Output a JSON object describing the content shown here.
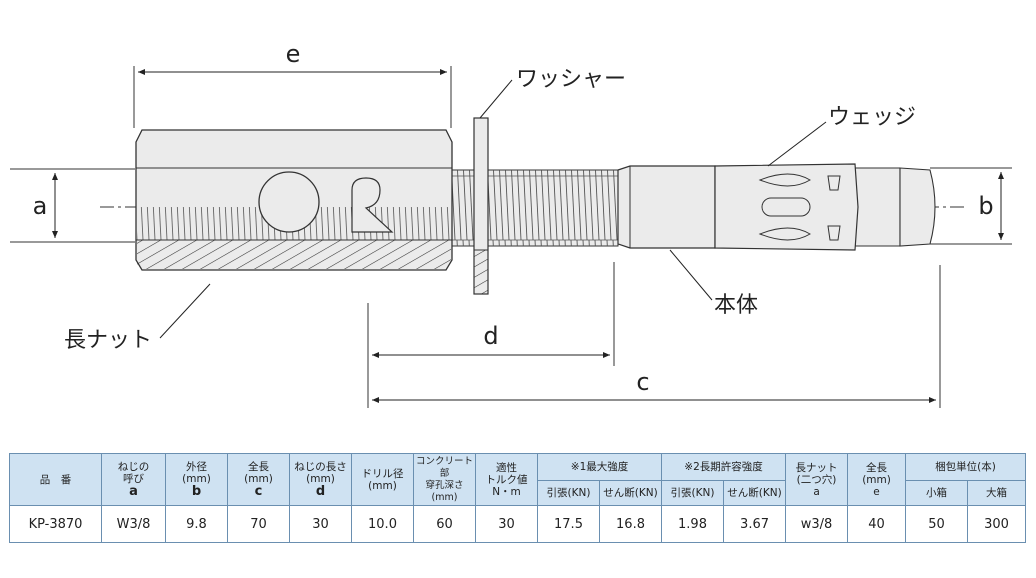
{
  "diagram": {
    "labels": {
      "e": "e",
      "a": "a",
      "b": "b",
      "c": "c",
      "d": "d",
      "washer": "ワッシャー",
      "wedge": "ウェッジ",
      "long_nut": "長ナット",
      "body": "本体"
    }
  },
  "table": {
    "headers": {
      "product": "品　番",
      "thread_call": "ねじの\n呼び",
      "thread_call_sym": "a",
      "outer_dia": "外径\n(mm)",
      "outer_dia_sym": "b",
      "total_len": "全長\n(mm)",
      "total_len_sym": "c",
      "thread_len": "ねじの長さ\n(mm)",
      "thread_len_sym": "d",
      "drill_dia": "ドリル径\n(mm)",
      "hole_depth": "コンクリート部\n穿孔深さ\n(mm)",
      "torque": "適性\nトルク値\nN・m",
      "max_strength": "※1最大強度",
      "allow_strength": "※2長期許容強度",
      "tension_1": "引張(KN)",
      "shear_1": "せん断(KN)",
      "tension_2": "引張(KN)",
      "shear_2": "せん断(KN)",
      "long_nut": "長ナット\n(二つ穴)",
      "long_nut_sym": "a",
      "nut_total_len": "全長\n(mm)",
      "nut_total_len_sym": "e",
      "packing": "梱包単位(本)",
      "small_box": "小箱",
      "large_box": "大箱"
    },
    "rows": [
      {
        "product": "KP-3870",
        "thread_call": "W3/8",
        "outer_dia": "9.8",
        "total_len": "70",
        "thread_len": "30",
        "drill_dia": "10.0",
        "hole_depth": "60",
        "torque": "30",
        "tension_1": "17.5",
        "shear_1": "16.8",
        "tension_2": "1.98",
        "shear_2": "3.67",
        "long_nut": "w3/8",
        "nut_total_len": "40",
        "small_box": "50",
        "large_box": "300"
      }
    ]
  }
}
